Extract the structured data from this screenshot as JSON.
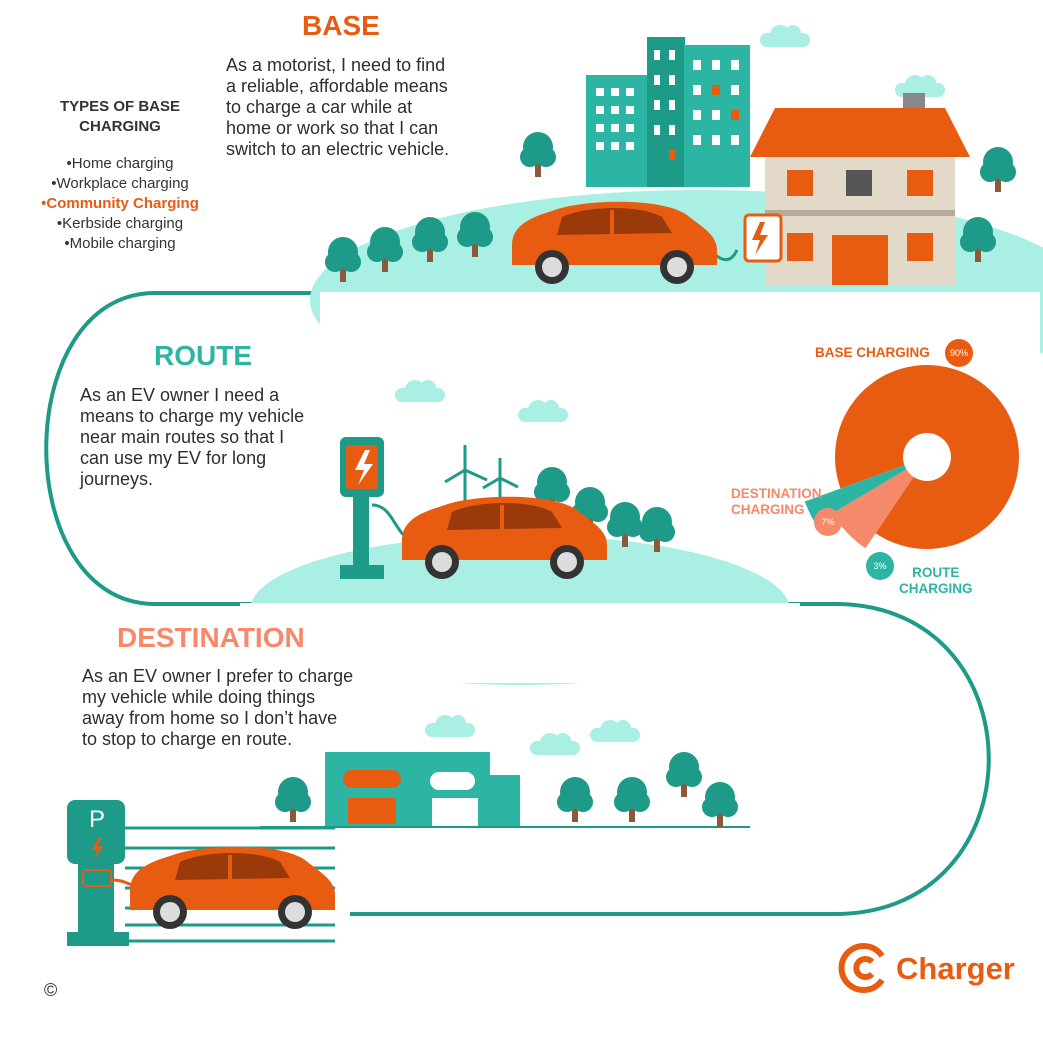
{
  "colors": {
    "orange": "#E85C12",
    "salmon": "#F5896A",
    "teal": "#1D9A88",
    "light_teal": "#A9EFE3",
    "mid_teal": "#2DB5A3",
    "text": "#2E2E2E"
  },
  "base": {
    "heading": "BASE",
    "line1": "As a motorist, I need to find",
    "line2": "a reliable, affordable means",
    "line3": "to charge a car while at",
    "line4": "home or work so that I can",
    "line5": "switch to an electric vehicle.",
    "types_title_1": "TYPES OF BASE",
    "types_title_2": "CHARGING",
    "types": [
      "Home charging",
      "Workplace charging",
      "Community Charging",
      "Kerbside charging",
      "Mobile charging"
    ]
  },
  "route": {
    "heading": "ROUTE",
    "line1": "As an EV owner I need a",
    "line2": "means to charge my vehicle",
    "line3": "near main routes so that I",
    "line4": "can use my EV for long",
    "line5": "journeys."
  },
  "destination": {
    "heading": "DESTINATION",
    "line1": "As an EV owner I prefer to charge",
    "line2": "my vehicle while doing things",
    "line3": "away from home so I don’t have",
    "line4": "to stop to charge en route."
  },
  "chart_data": {
    "type": "pie",
    "slices": [
      {
        "label_1": "BASE CHARGING",
        "label_2": "",
        "value": 90,
        "value_label": "90%",
        "color": "#E85C12"
      },
      {
        "label_1": "DESTINATION",
        "label_2": "CHARGING",
        "value": 7,
        "value_label": "7%",
        "color": "#F5896A"
      },
      {
        "label_1": "ROUTE",
        "label_2": "CHARGING",
        "value": 3,
        "value_label": "3%",
        "color": "#2DB5A3"
      }
    ]
  },
  "icons": {
    "parking_letter": "P"
  },
  "footer": {
    "copyright": "©",
    "brand": "Charger"
  }
}
